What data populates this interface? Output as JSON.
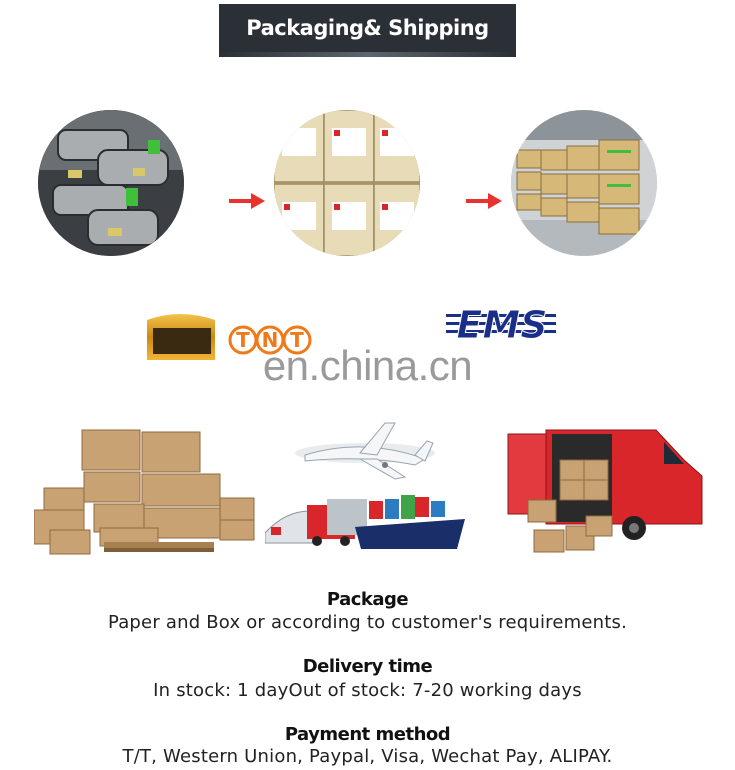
{
  "header": {
    "title": "Packaging& Shipping"
  },
  "process_images": [
    {
      "icon": "transmission-gearbox-image"
    },
    {
      "icon": "boxed-parts-image"
    },
    {
      "icon": "warehouse-pallets-image"
    }
  ],
  "couriers": {
    "tnt": "TNT",
    "ems": "EMS"
  },
  "watermark": "en.china.cn",
  "package": {
    "title": "Package",
    "text": "Paper and Box or according to customer's requirements."
  },
  "delivery": {
    "title": "Delivery time",
    "text": "In stock: 1 dayOut of stock: 7-20 working days"
  },
  "payment": {
    "title": "Payment method",
    "text": "T/T, Western Union, Paypal, Visa, Wechat Pay, ALIPAY."
  },
  "colors": {
    "banner": "#2b2f36",
    "arrow": "#e8322d",
    "ems_blue": "#1a2f8a",
    "tnt_orange": "#f07a1a",
    "van_red": "#d8262a",
    "box_tan": "#c9a273"
  }
}
